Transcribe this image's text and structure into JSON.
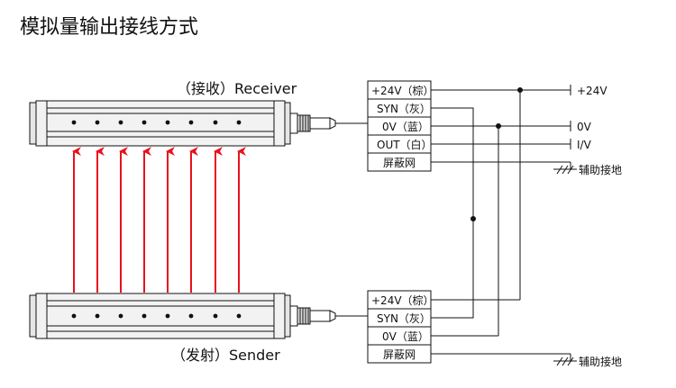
{
  "title": "模拟量输出接线方式",
  "receiver": {
    "label": "（接收）Receiver",
    "table": [
      "+24V（棕）",
      "SYN（灰）",
      "0V（蓝）",
      "OUT（白）",
      "屏蔽网"
    ]
  },
  "sender": {
    "label": "（发射）Sender",
    "table": [
      "+24V（棕）",
      "SYN（灰）",
      "0V（蓝）",
      "屏蔽网"
    ]
  },
  "terminals": {
    "plus24v": "+24V",
    "zero_v": "0V",
    "iv": "I/V",
    "ground_receiver": "辅助接地",
    "ground_sender": "辅助接地"
  },
  "colors": {
    "beam": "#e8121c",
    "bar_fill": "#f2f2f2",
    "line": "#111111"
  }
}
